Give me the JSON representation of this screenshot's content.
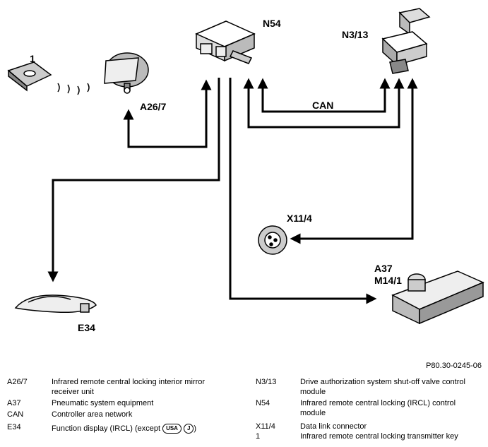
{
  "diagram": {
    "labels": {
      "n54": "N54",
      "n3_13": "N3/13",
      "one": "1",
      "a26_7": "A26/7",
      "can": "CAN",
      "x11_4": "X11/4",
      "a37": "A37",
      "m14_1": "M14/1",
      "e34": "E34"
    },
    "figure_code": "P80.30-0245-06"
  },
  "legend": {
    "left": [
      {
        "code": "A26/7",
        "desc": "Infrared remote central locking interior mirror receiver unit"
      },
      {
        "code": "A37",
        "desc": "Pneumatic system equipment"
      },
      {
        "code": "CAN",
        "desc": "Controller area network"
      },
      {
        "code": "E34",
        "desc": "Function display (IRCL) (except",
        "badges": [
          "USA",
          "J"
        ],
        "close": ")"
      }
    ],
    "right": [
      {
        "code": "N3/13",
        "desc": "Drive authorization system shut-off valve control module"
      },
      {
        "code": "N54",
        "desc": "Infrared remote central locking (IRCL) control module"
      },
      {
        "code": "X11/4",
        "desc": "Data link connector"
      },
      {
        "code": "1",
        "desc": "Infrared remote central locking transmitter key"
      }
    ]
  }
}
